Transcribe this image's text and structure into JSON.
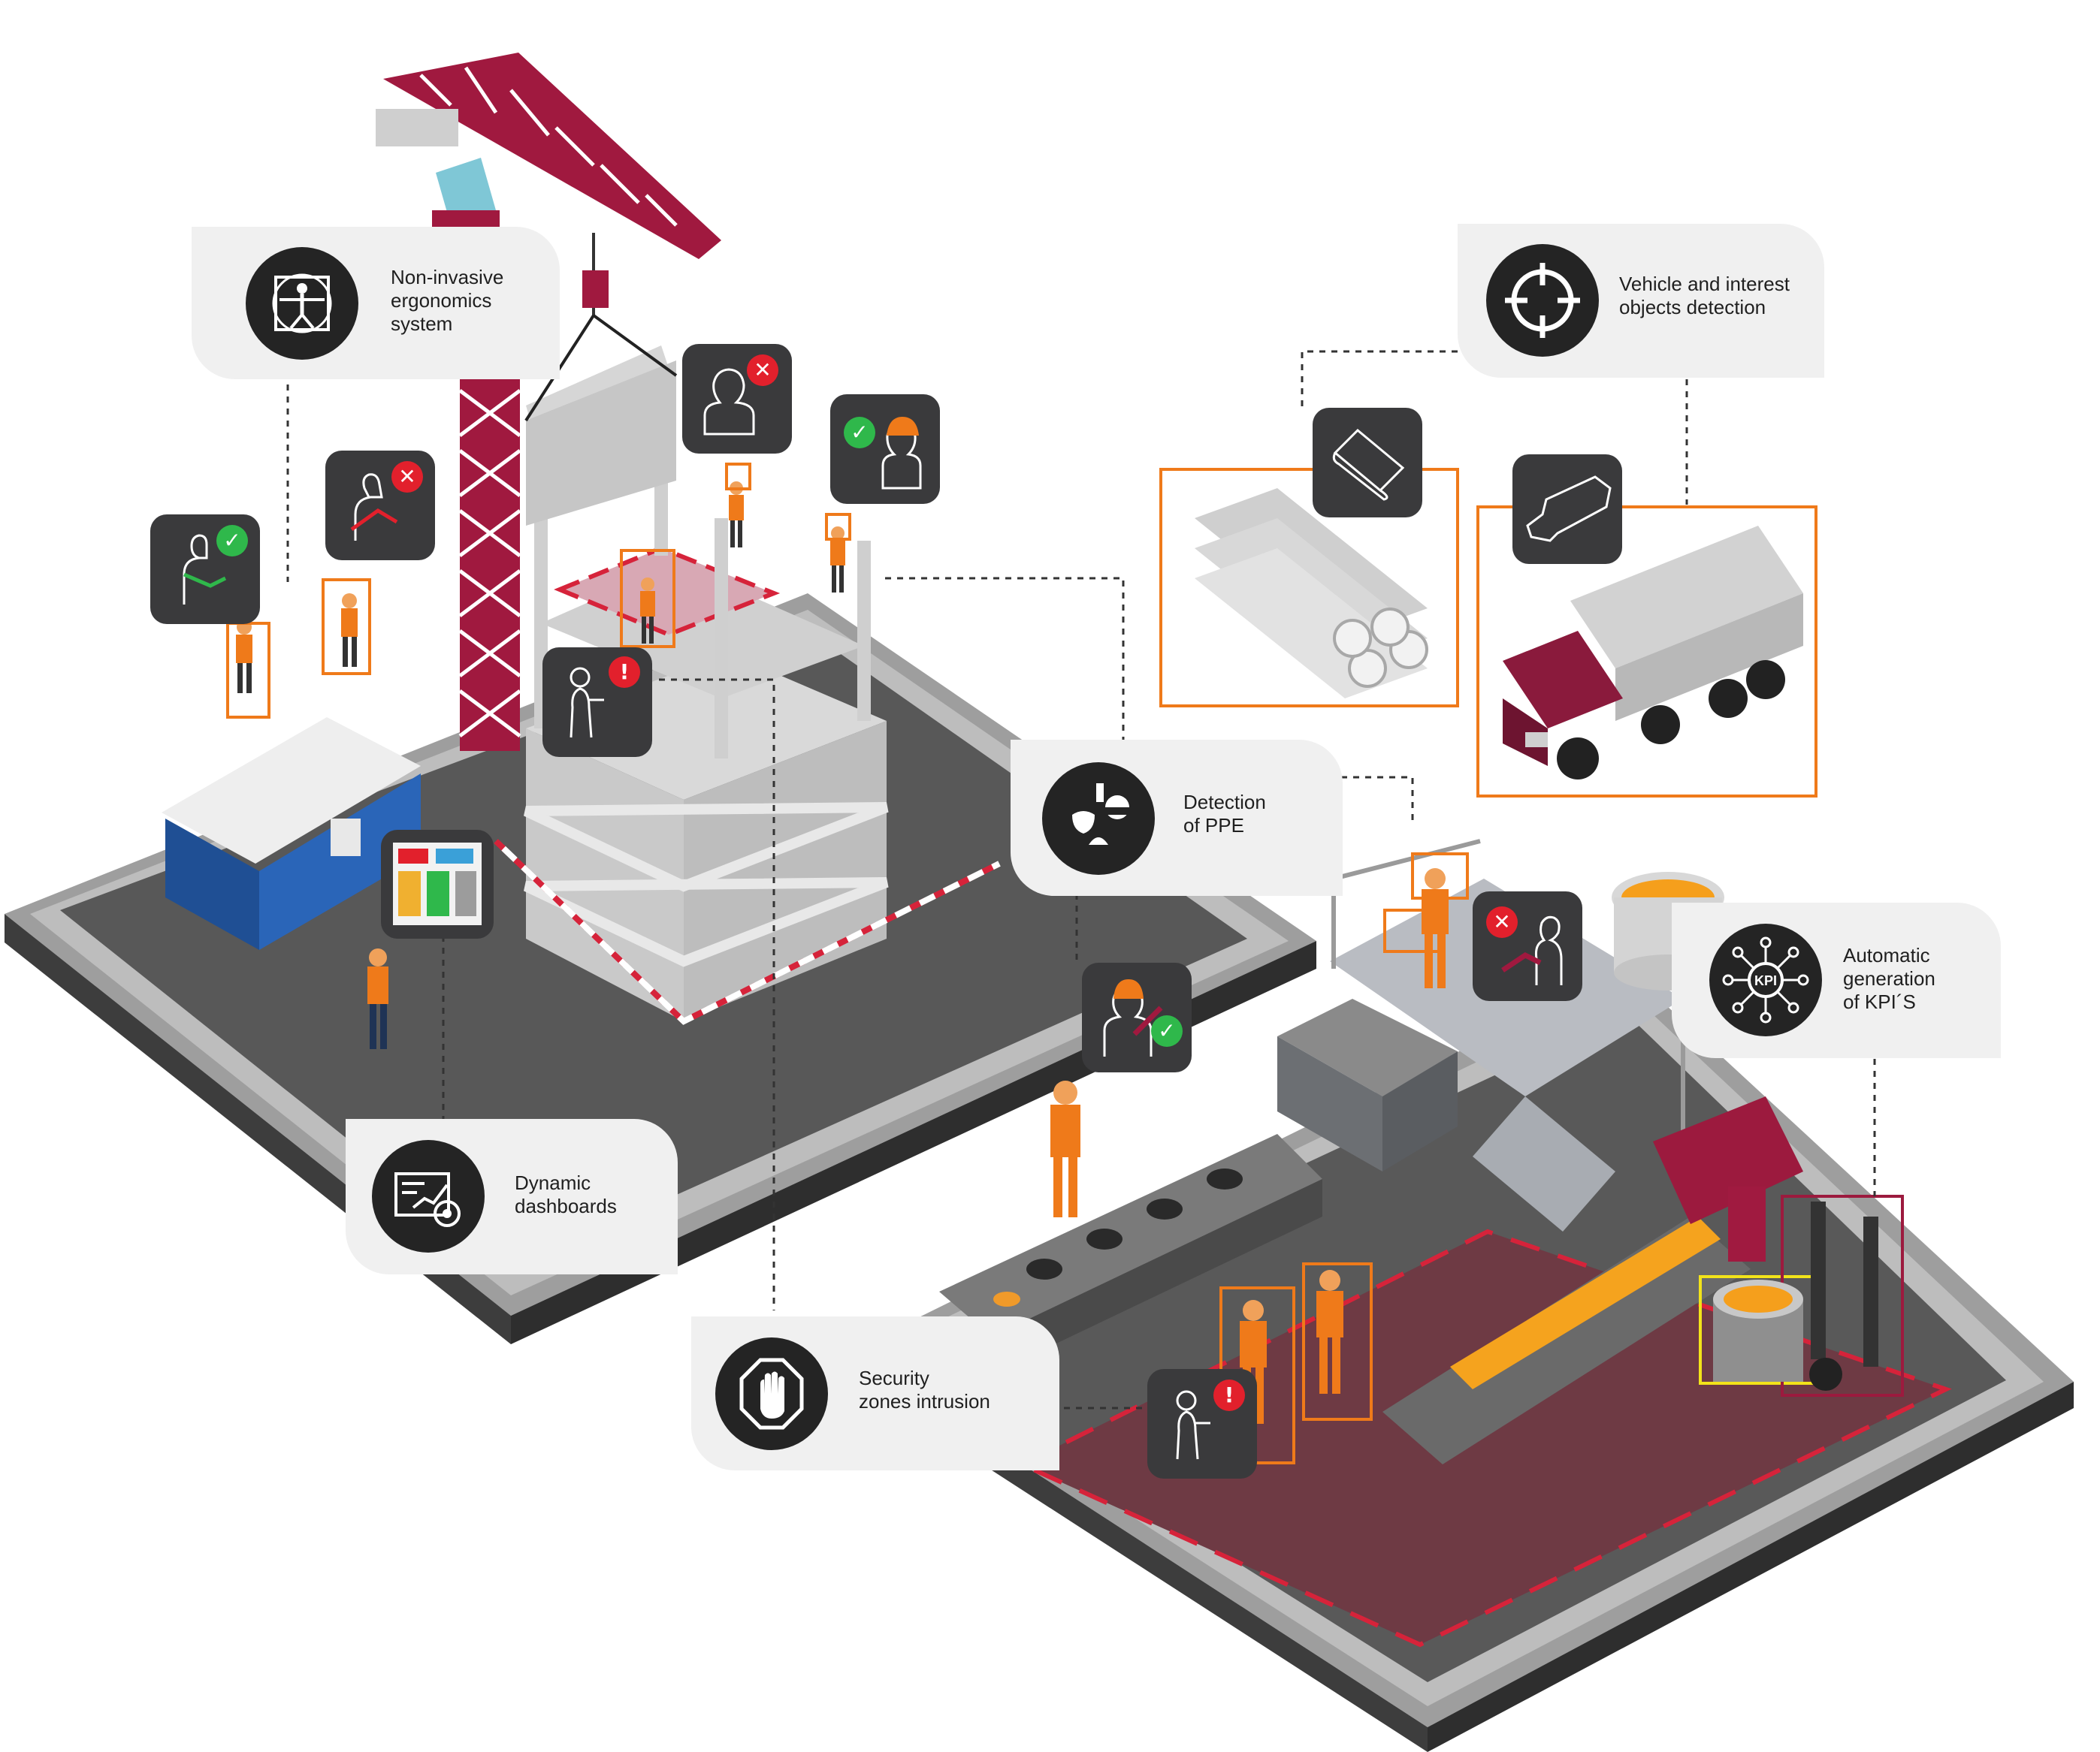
{
  "colors": {
    "ground": "#5b5b5b",
    "border": "#c7c7c7",
    "card_bg": "#f0f0f0",
    "icon_circle": "#242424",
    "badge_bg": "#3a3a3c",
    "detection_box": "#ef7a1a",
    "crane": "#a0193f",
    "ok": "#2fb84b",
    "alert": "#e2202c",
    "zone": "#6e3a44"
  },
  "cards": {
    "ergonomics": {
      "label": "Non-invasive\nergonomics\nsystem",
      "icon": "vitruvian-man-icon"
    },
    "vehicle": {
      "label": "Vehicle and interest\nobjects detection",
      "icon": "crosshair-icon"
    },
    "ppe": {
      "label": "Detection\nof PPE",
      "icon": "ppe-icon"
    },
    "kpi": {
      "label": "Automatic\ngeneration\nof  KPI´S",
      "icon": "kpi-network-icon",
      "badge_text": "KPI"
    },
    "dashboards": {
      "label": "Dynamic\ndashboards",
      "icon": "dashboard-icon"
    },
    "security": {
      "label": "Security\nzones intrusion",
      "icon": "stop-hand-icon"
    }
  },
  "status_badges": [
    {
      "icon": "worker-posture-icon",
      "status": "ok"
    },
    {
      "icon": "worker-posture-icon",
      "status": "bad"
    },
    {
      "icon": "no-helmet-icon",
      "status": "bad"
    },
    {
      "icon": "helmet-icon",
      "status": "ok"
    },
    {
      "icon": "intrusion-icon",
      "status": "warn"
    },
    {
      "icon": "glove-posture-icon",
      "status": "bad"
    },
    {
      "icon": "ppe-worker-icon",
      "status": "ok"
    },
    {
      "icon": "intrusion-icon",
      "status": "warn"
    }
  ]
}
